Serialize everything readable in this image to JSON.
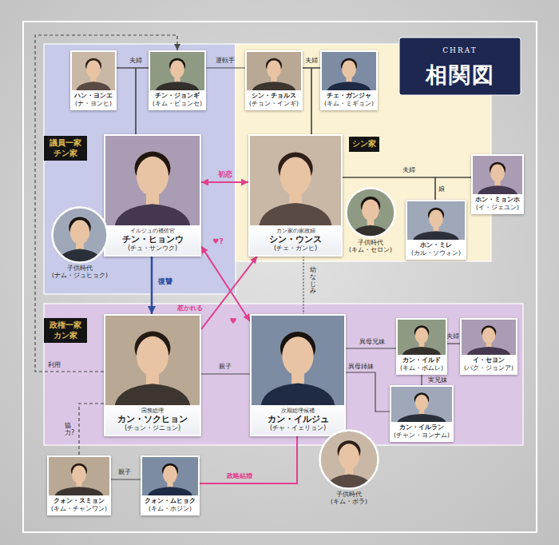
{
  "diagram": {
    "title": "相関図",
    "nodes": [
      {
        "text": [
          "議員一家 チン家"
        ]
      },
      {
        "text": [
          "シン家"
        ]
      },
      {
        "text": [
          "政権一家 カン家"
        ]
      },
      {
        "text": [
          "ハン・ヨンエ",
          "(ナ・ヨンヒ)"
        ],
        "in": 0
      },
      {
        "text": [
          "チン・ジョンギ",
          "(キム・ビョンセ)"
        ],
        "in": 0
      },
      {
        "text": [
          "イルジュの補佐官",
          "チン・ヒョンウ",
          "(チュ・サンウク)"
        ],
        "in": 0
      },
      {
        "text": [
          "子供時代",
          "(ナム・ジュヒョク)"
        ],
        "in": 0
      },
      {
        "text": [
          "シン・チョルス",
          "(チョン・インギ)"
        ],
        "in": 1
      },
      {
        "text": [
          "チェ・ガンジャ",
          "(キム・ミギョン)"
        ],
        "in": 1
      },
      {
        "text": [
          "カン家の家政婦",
          "シン・ウンス",
          "(チェ・ガンヒ)"
        ],
        "in": 1
      },
      {
        "text": [
          "子供時代",
          "(キム・セロン)"
        ],
        "in": 1
      },
      {
        "text": [
          "ホン・ミョンホ",
          "(イ・ジェユン)"
        ]
      },
      {
        "text": [
          "ホン・ミレ",
          "(カル・ソウォン)"
        ],
        "in": 1
      },
      {
        "text": [
          "国務総理",
          "カン・ソクヒョン",
          "(チョン・ジニョン)"
        ],
        "in": 2
      },
      {
        "text": [
          "次期総理候補",
          "カン・イルジュ",
          "(チャ・イェリョン)"
        ],
        "in": 2
      },
      {
        "text": [
          "子供時代",
          "(キム・ボラ)"
        ]
      },
      {
        "text": [
          "カン・イルド",
          "(キム・ボムレ)"
        ],
        "in": 2
      },
      {
        "text": [
          "イ・セヨン",
          "(パク・ジョンア)"
        ],
        "in": 2
      },
      {
        "text": [
          "カン・イルラン",
          "(チャン・ヨンナム)"
        ],
        "in": 2
      },
      {
        "text": [
          "クォン・スミョン",
          "(キム・チャンワン)"
        ]
      },
      {
        "text": [
          "クォン・ムヒョク",
          "(キム・ホジン)"
        ]
      }
    ],
    "edges": [
      {
        "from": 3,
        "to": 4,
        "label": "夫婦",
        "arrow": "none"
      },
      {
        "from": 3,
        "to": 5,
        "arrow": "none"
      },
      {
        "from": 4,
        "to": 5,
        "arrow": "none"
      },
      {
        "from": 4,
        "to": 7,
        "label": "運転手",
        "arrow": "none"
      },
      {
        "from": 7,
        "to": 8,
        "label": "夫婦",
        "arrow": "none"
      },
      {
        "from": 7,
        "to": 9,
        "arrow": "none"
      },
      {
        "from": 8,
        "to": 9,
        "arrow": "none"
      },
      {
        "from": 5,
        "to": 9,
        "label": "初恋",
        "arrow": "both"
      },
      {
        "from": 9,
        "to": 11,
        "label": "夫婦",
        "arrow": "none"
      },
      {
        "from": 9,
        "to": 12,
        "label": "娘",
        "arrow": "none"
      },
      {
        "from": 11,
        "to": 12,
        "arrow": "none"
      },
      {
        "from": 5,
        "to": 13,
        "label": "復讐",
        "arrow": "to"
      },
      {
        "from": 5,
        "to": 14,
        "label": "♥?",
        "arrow": "both"
      },
      {
        "from": 13,
        "to": 9,
        "label": "惹かれる",
        "arrow": "to"
      },
      {
        "from": 9,
        "to": 14,
        "label": "幼なじみ",
        "arrow": "none"
      },
      {
        "from": 13,
        "to": 14,
        "label": "親子",
        "arrow": "none"
      },
      {
        "from": 14,
        "to": 16,
        "label": "異母兄妹",
        "arrow": "none"
      },
      {
        "from": 14,
        "to": 18,
        "label": "異母姉妹",
        "arrow": "none"
      },
      {
        "from": 16,
        "to": 17,
        "label": "夫婦",
        "arrow": "none"
      },
      {
        "from": 16,
        "to": 18,
        "label": "実兄妹",
        "arrow": "none"
      },
      {
        "from": 13,
        "to": 4,
        "label": "利用",
        "arrow": "to"
      },
      {
        "from": 13,
        "to": 19,
        "label": "協力?",
        "arrow": "none"
      },
      {
        "from": 19,
        "to": 20,
        "label": "親子",
        "arrow": "none"
      },
      {
        "from": 14,
        "to": 20,
        "label": "政略結婚",
        "arrow": "none"
      }
    ],
    "labels": [
      "CHRAT",
      "♥"
    ]
  }
}
